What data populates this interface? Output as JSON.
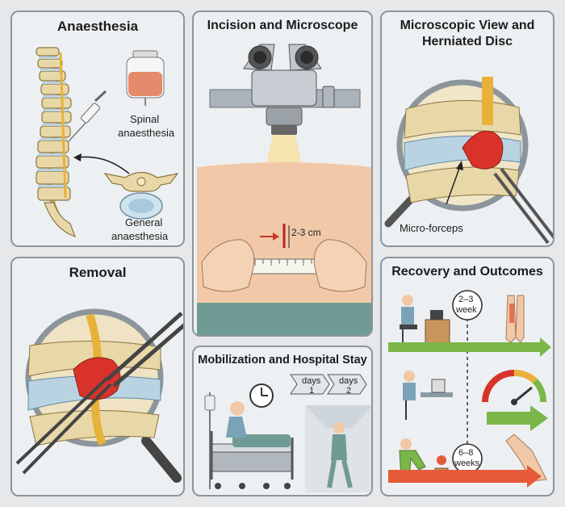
{
  "panels": {
    "anaesthesia": {
      "title": "Anaesthesia",
      "spinal_label_line1": "Spinal",
      "spinal_label_line2": "anaesthesia",
      "general_label_line1": "General",
      "general_label_line2": "anaesthesia"
    },
    "incision": {
      "title": "Incision and Microscope",
      "measure_label": "2-3 cm"
    },
    "microscopic": {
      "title_line1": "Microscopic View and",
      "title_line2": "Herniated Disc",
      "tool_label": "Micro-forceps"
    },
    "removal": {
      "title": "Removal"
    },
    "mobilization": {
      "title": "Mobilization and Hospital Stay",
      "day1_word": "days",
      "day1_num": "1",
      "day2_word": "days",
      "day2_num": "2"
    },
    "recovery": {
      "title": "Recovery and Outcomes",
      "milestone1_line1": "2–3",
      "milestone1_line2": "week",
      "milestone2_line1": "6–8",
      "milestone2_line2": "weeks"
    }
  },
  "colors": {
    "panel_border": "#8d959c",
    "bone": "#e8d8a8",
    "disc": "#b9d3e3",
    "hernia": "#d9322a",
    "nerve": "#e8b23a",
    "skin": "#f1c9a8",
    "arrow_green": "#7ab648",
    "arrow_red": "#e65a3a"
  },
  "icons": [
    "syringe-icon",
    "iv-bag-icon",
    "clock-icon",
    "microscope-icon",
    "gauge-icon"
  ]
}
